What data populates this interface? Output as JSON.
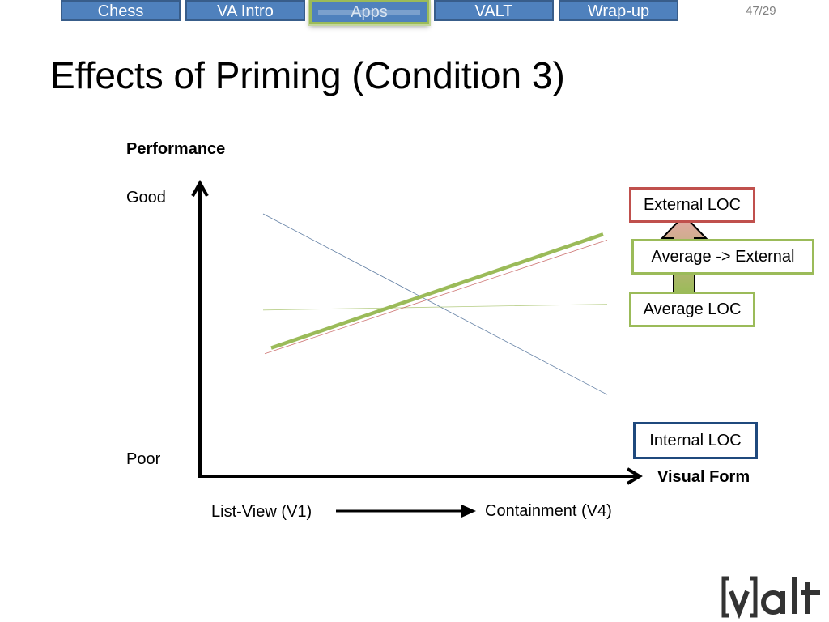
{
  "nav": {
    "tabs": [
      {
        "label": "Chess",
        "active": false
      },
      {
        "label": "VA Intro",
        "active": false
      },
      {
        "label": "Apps",
        "active": true
      },
      {
        "label": "VALT",
        "active": false
      },
      {
        "label": "Wrap-up",
        "active": false
      }
    ],
    "page_number": "47/29"
  },
  "slide": {
    "title": "Effects of Priming (Condition 3)"
  },
  "chart_data": {
    "type": "line",
    "ylabel": "Performance",
    "xlabel": "Visual Form",
    "y_high_label": "Good",
    "y_low_label": "Poor",
    "x_start_label": "List-View (V1)",
    "x_end_label": "Containment (V4)",
    "ylim": [
      0,
      1
    ],
    "xlim": [
      0,
      1
    ],
    "grid": false,
    "x": [
      0,
      1
    ],
    "series": [
      {
        "name": "Internal LOC",
        "values": [
          0.9,
          0.28
        ],
        "color": "#1f497d"
      },
      {
        "name": "Average LOC",
        "values": [
          0.57,
          0.59
        ],
        "color": "#9bbb59"
      },
      {
        "name": "External LOC",
        "values": [
          0.42,
          0.81
        ],
        "color": "#c0504d"
      },
      {
        "name": "Average -> External",
        "values": [
          0.44,
          0.83
        ],
        "color": "#9bbb59"
      }
    ],
    "annotation": {
      "from": "Average LOC",
      "to": "External LOC",
      "label": "Average -> External",
      "arrow_colors": [
        "#9bbb59",
        "#e6a7a6"
      ]
    }
  },
  "logo": {
    "text": "[v]alt"
  }
}
